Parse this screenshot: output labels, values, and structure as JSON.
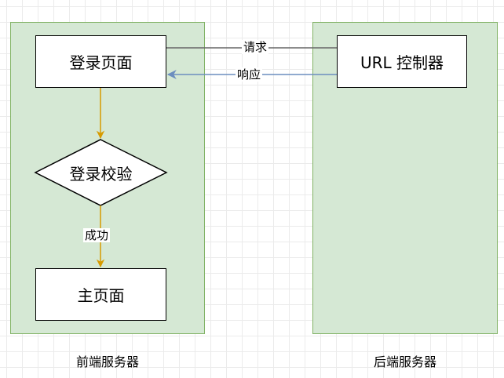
{
  "diagram": {
    "nodes": {
      "login_page": "登录页面",
      "login_check": "登录校验",
      "main_page": "主页面",
      "url_controller": "URL 控制器"
    },
    "edges": {
      "request": "请求",
      "response": "响应",
      "success": "成功"
    },
    "lanes": {
      "frontend": "前端服务器",
      "backend": "后端服务器"
    }
  },
  "colors": {
    "lane_fill": "#d5e8d4",
    "lane_border": "#82b366",
    "flow_arrow": "#d79b00",
    "request_line": "#666666",
    "response_arrow": "#6c8ebf"
  }
}
